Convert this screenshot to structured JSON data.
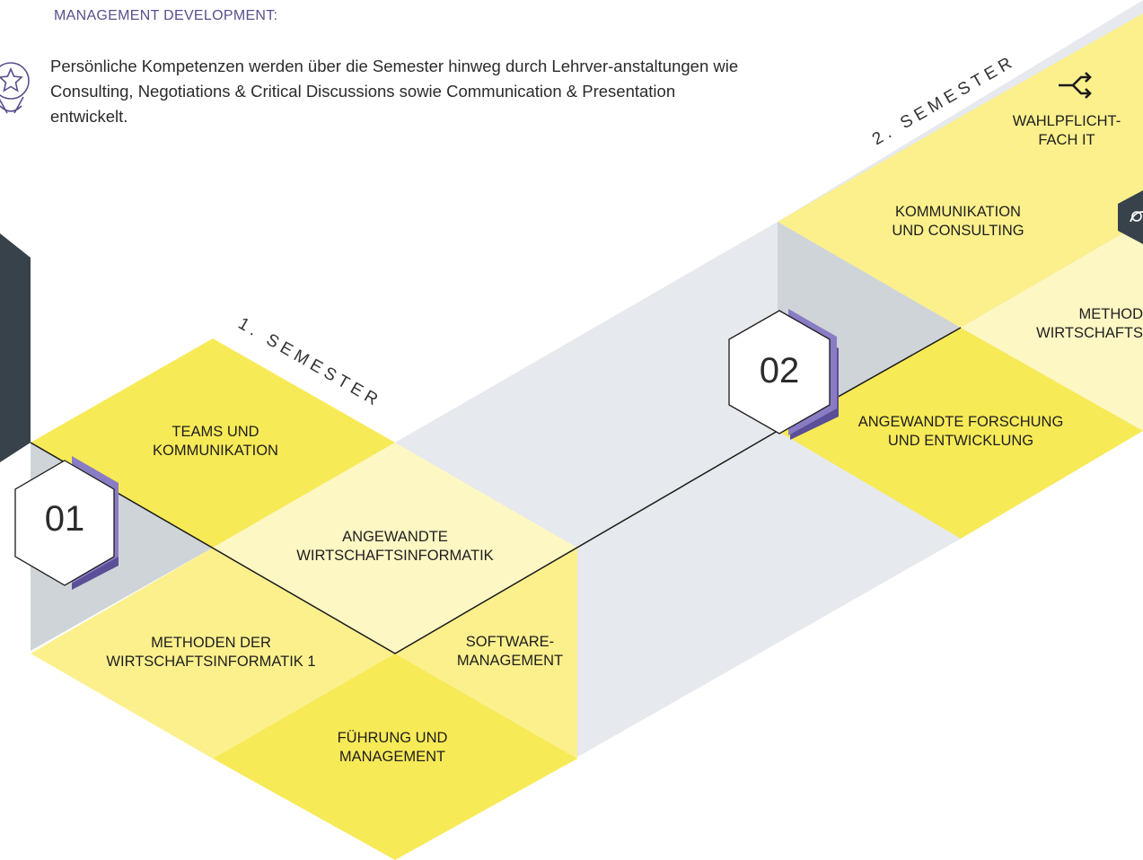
{
  "heading": "MANAGEMENT DEVELOPMENT:",
  "intro": "Persönliche Kompetenzen werden über die Semester hinweg durch Lehrver-anstaltungen wie Consulting, Negotiations & Critical Discussions sowie Communication & Presentation entwickelt.",
  "icon_names": [
    "award-icon",
    "shuffle-icon",
    "leaf-icon"
  ],
  "colors": {
    "yellow_strong": "#f7ea57",
    "yellow_mid": "#fbf08c",
    "yellow_light": "#fdf7c4",
    "grey_light": "#e6e9ed",
    "grey_mid": "#cfd4d8",
    "dark": "#37424a",
    "purple": "#6c5fa4",
    "heading": "#5a4e8c"
  },
  "semesters": [
    {
      "label": "1. SEMESTER",
      "number": "01"
    },
    {
      "label": "2. SEMESTER",
      "number": "02"
    }
  ],
  "modules": {
    "teams": "TEAMS UND\nKOMMUNIKATION",
    "angewandte_wi": "ANGEWANDTE\nWIRTSCHAFTSINFORMATIK",
    "methoden_1": "METHODEN DER\nWIRTSCHAFTSINFORMATIK 1",
    "software": "SOFTWARE-\nMANAGEMENT",
    "fuehrung": "FÜHRUNG UND\nMANAGEMENT",
    "kommunikation": "KOMMUNIKATION\nUND CONSULTING",
    "wahlpflicht": "WAHLPFLICHT-\nFACH IT",
    "methoden_2": "METHOD\nWIRTSCHAFTS",
    "forschung": "ANGEWANDTE FORSCHUNG\nUND ENTWICKLUNG"
  }
}
